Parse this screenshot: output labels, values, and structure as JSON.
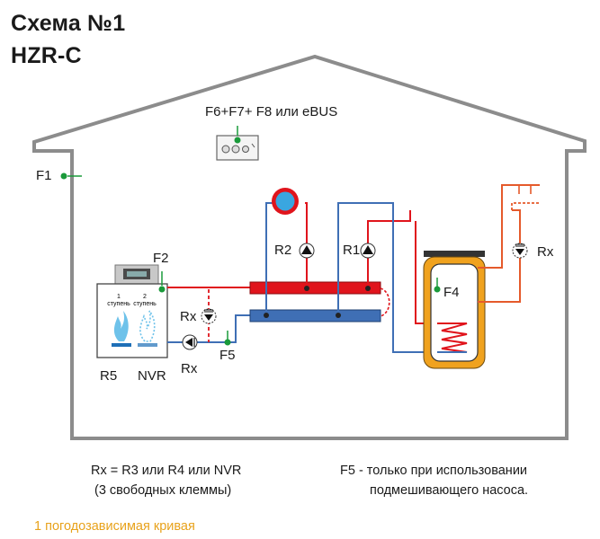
{
  "title_line1": "Схема №1",
  "title_line2": "HZR-C",
  "labels": {
    "controller": "F6+F7+ F8 или eBUS",
    "f1": "F1",
    "f2": "F2",
    "f4": "F4",
    "f5": "F5",
    "r1": "R1",
    "r2": "R2",
    "r5": "R5",
    "nvr": "NVR",
    "rx_pump_left": "Rx",
    "rx_valve": "Rx",
    "rx_pump_right": "Rx",
    "stage1_num": "1",
    "stage1_text": "ступень",
    "stage2_num": "2",
    "stage2_text": "ступень"
  },
  "notes": {
    "rx_eq_line1": "Rx = R3 или R4 или NVR",
    "rx_eq_line2": "(3 свободных клеммы)",
    "f5_line1": "F5 - только при использовании",
    "f5_line2": "подмешивающего насоса.",
    "curve": "1 погодозависимая кривая"
  },
  "colors": {
    "house_outline": "#8c8c8c",
    "supply_red": "#e0141c",
    "return_blue": "#3f6fb5",
    "sensor_green": "#1a9a3a",
    "tank_orange": "#f0a21e",
    "dhw_red_orange": "#e55a2b",
    "note_orange": "#e8a21b"
  }
}
